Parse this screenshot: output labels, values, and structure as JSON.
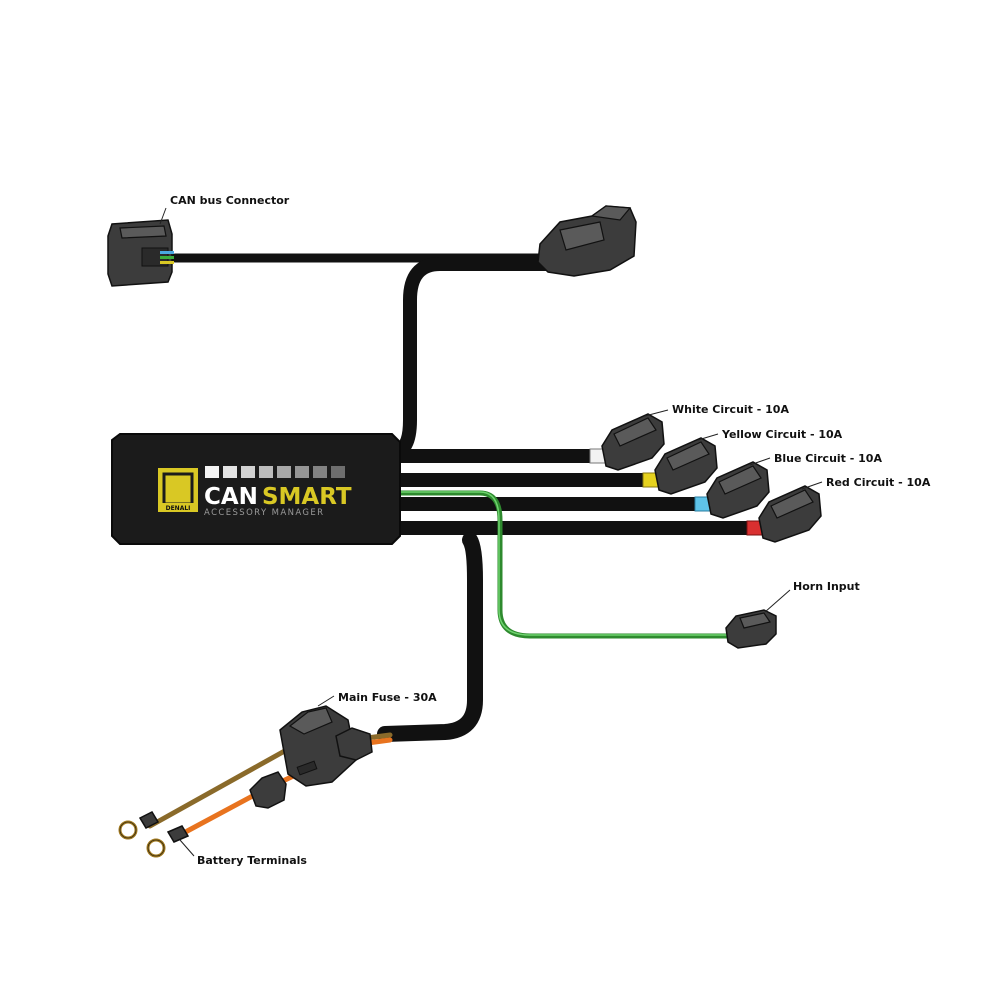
{
  "labels": {
    "can_bus": "CAN bus Connector",
    "white": "White Circuit - 10A",
    "yellow": "Yellow Circuit - 10A",
    "blue": "Blue Circuit - 10A",
    "red": "Red Circuit - 10A",
    "horn": "Horn Input",
    "fuse": "Main Fuse - 30A",
    "battery": "Battery Terminals"
  },
  "module": {
    "logo_text": "DENALI",
    "brand_can": "CAN",
    "brand_smart": "SMART",
    "subtitle": "ACCESSORY MANAGER"
  },
  "colors": {
    "cable": "#111111",
    "module": "#1b1b1b",
    "accent": "#d9c824",
    "white_wire": "#f2f2f2",
    "yellow_wire": "#e6d21e",
    "blue_wire": "#5fc3e8",
    "red_wire": "#d93030",
    "green_wire": "#3cae3c",
    "orange_wire": "#e8731e",
    "brown_wire": "#8a6a2a"
  }
}
